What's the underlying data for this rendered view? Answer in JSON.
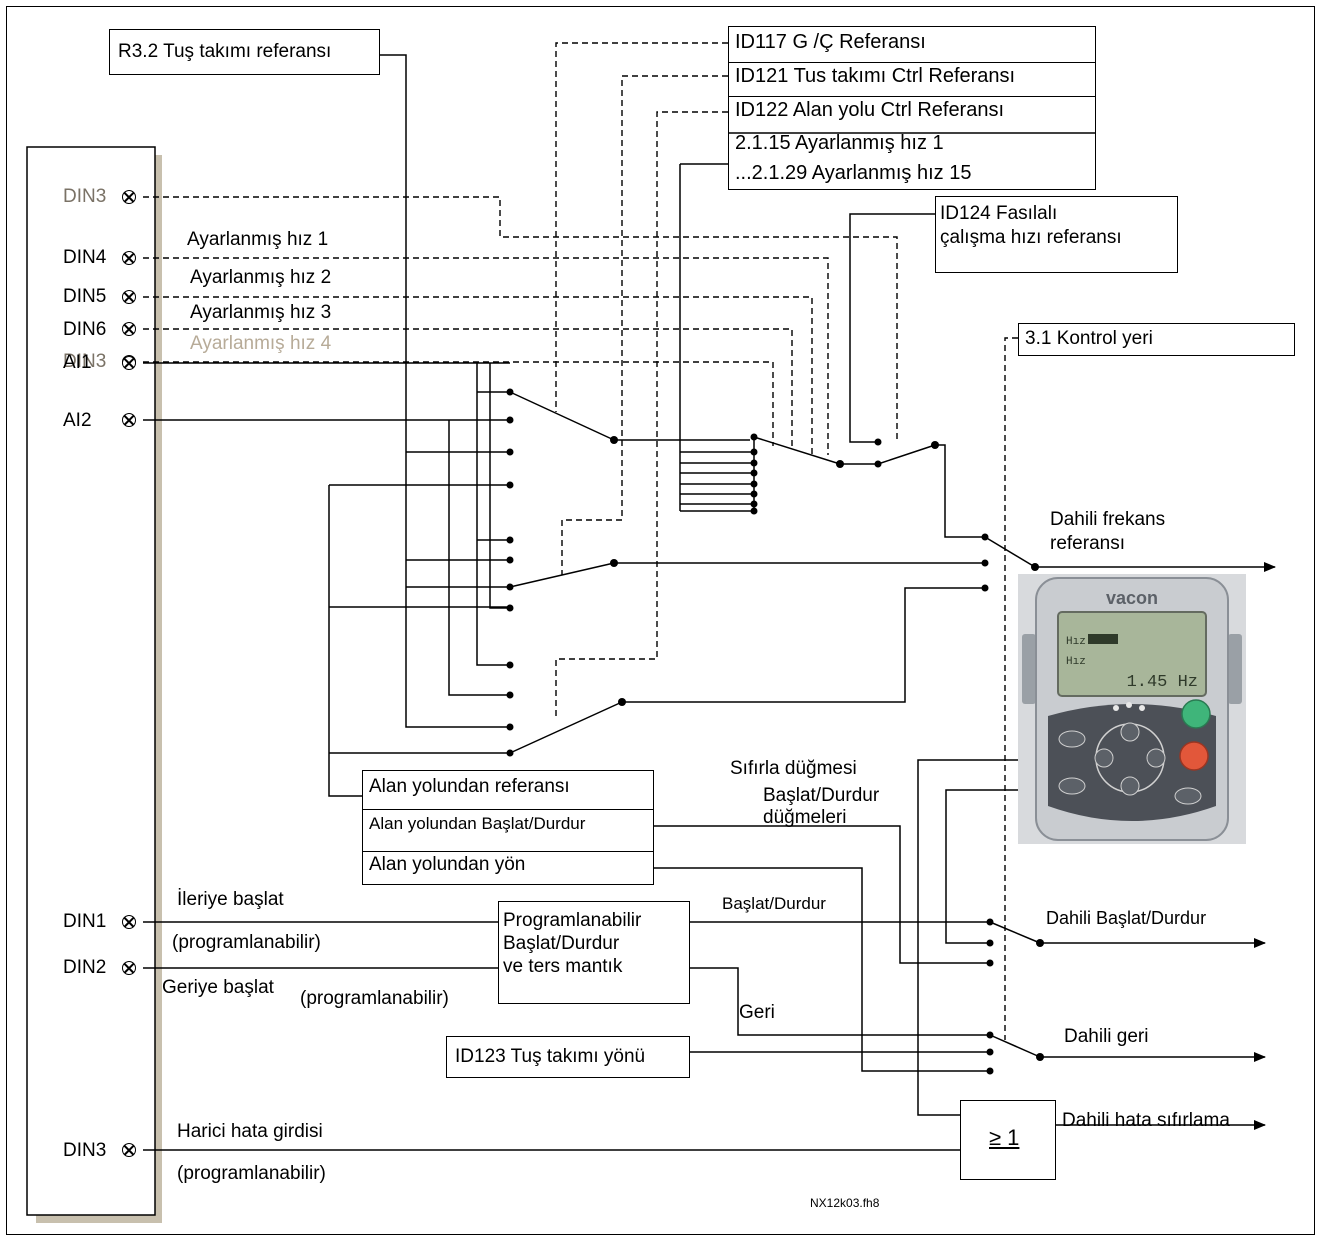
{
  "figure_code": "NX12k03.fh8",
  "terminals": {
    "din3_top": "DIN3",
    "din4": "DIN4",
    "din5": "DIN5",
    "din6": "DIN6",
    "din3_mid": "DIN3",
    "ai1": "AI1",
    "ai2": "AI2",
    "din1": "DIN1",
    "din2": "DIN2",
    "din3_bottom": "DIN3"
  },
  "preset_labels": [
    "Ayarlanmış hız 1",
    "Ayarlanmış hız 2",
    "Ayarlanmış hız 3",
    "Ayarlanmış hız 4"
  ],
  "keypad_ref_box": "R3.2 Tuş takımı referansı",
  "ref_select_box": [
    "ID117 G /Ç Referansı",
    "ID121 Tus takımı Ctrl Referansı",
    "ID122 Alan yolu Ctrl Referansı",
    "2.1.15 Ayarlanmış hız 1",
    "...2.1.29 Ayarlanmış hız 15"
  ],
  "jog_box": [
    "ID124 Fasılalı",
    "çalışma hızı referansı"
  ],
  "control_place_box": "3.1 Kontrol yeri",
  "fieldbus_box": [
    "Alan yolundan referansı",
    "Alan yolundan Başlat/Durdur",
    "Alan yolundan yön"
  ],
  "logic_box": [
    "Programlanabilir",
    "Başlat/Durdur",
    "ve ters mantık"
  ],
  "keypad_dir_box": "ID123 Tuş takımı yönü",
  "or_gate": "≥ 1",
  "signal_labels": {
    "forward_start": "İleriye başlat",
    "programmable_1": "(programlanabilir)",
    "reverse_start": "Geriye başlat",
    "programmable_2": "(programlanabilir)",
    "ext_fault": "Harici hata girdisi",
    "programmable_3": "(programlanabilir)",
    "start_stop": "Başlat/Durdur",
    "reverse": "Geri",
    "reset_button": "Sıfırla düğmesi",
    "start_stop_buttons_1": "Başlat/Durdur",
    "start_stop_buttons_2": "düğmeleri"
  },
  "outputs": {
    "freq_ref_1": "Dahili frekans",
    "freq_ref_2": "referansı",
    "start_stop": "Dahili Başlat/Durdur",
    "reverse": "Dahili geri",
    "fault_reset": "Dahili hata sıfırlama"
  },
  "keypad": {
    "brand": "vacon",
    "display_line_1": "Hız",
    "display_line_2": "Hız",
    "display_value": "1.45 Hz",
    "colors": {
      "start_button": "#3fb57a",
      "stop_button": "#e2573a",
      "housing": "#c9ccd0",
      "screen": "#a8b69a"
    }
  }
}
